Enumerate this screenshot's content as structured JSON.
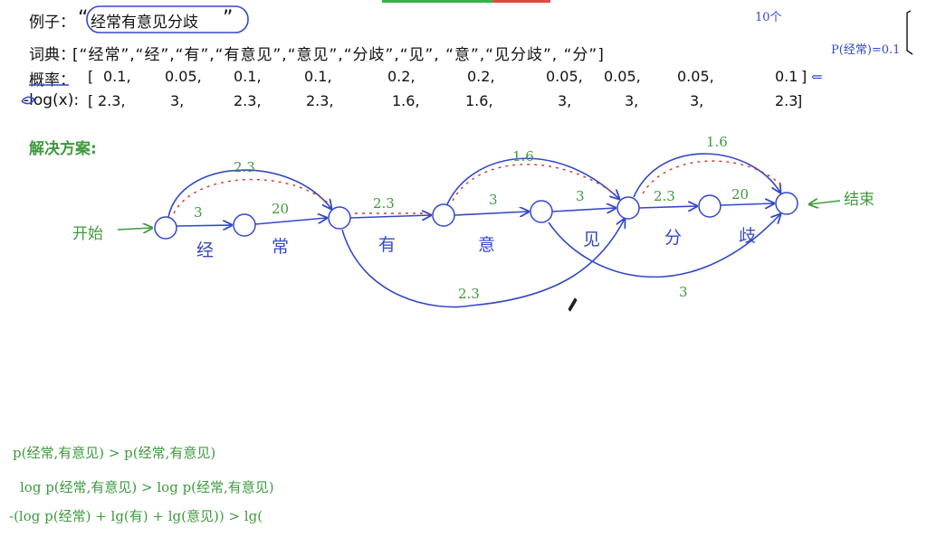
{
  "example": {
    "label": "例子：",
    "quote_open": "“",
    "sentence": "经常有意见分歧",
    "quote_close": "”"
  },
  "dict_row": {
    "label": "词典：",
    "text": "[“经常”,“经”,“有”,“有意见”,“意见”,“分歧”,“见”, “意”,“见分歧”, “分”]"
  },
  "prob_row": {
    "label": "概率：",
    "open": "[",
    "values": [
      "0.1,",
      "0.05,",
      "0.1,",
      "0.1,",
      "0.2,",
      "0.2,",
      "0.05,",
      "0.05,",
      "0.05,",
      "0.1"
    ],
    "close": "]"
  },
  "log_row": {
    "label": "-log(x):",
    "open": "[",
    "values": [
      "2.3,",
      "3,",
      "2.3,",
      "2.3,",
      "1.6,",
      "1.6,",
      "3,",
      "3,",
      "3,",
      "2.3"
    ],
    "close": "]"
  },
  "solution_title": "解决方案:",
  "graph": {
    "start_label": "开始",
    "end_label": "结束",
    "chars": [
      "经",
      "常",
      "有",
      "意",
      "见",
      "分",
      "歧"
    ],
    "edge_labels": {
      "jing": "3",
      "chang": "20",
      "jingchang": "2.3",
      "you": "2.3",
      "youyijian": "2.3",
      "yi": "3",
      "yijian": "1.6",
      "jian": "3",
      "fen": "2.3",
      "qi": "20",
      "fenqi": "1.6",
      "jianfenqi": "3"
    }
  },
  "side_notes": {
    "count": "10个",
    "p_note": "P(经常)=0.1",
    "arrow": "⇐"
  },
  "bottom_notes": [
    "p(经常,有意见) > p(经常,有意见)",
    "log p(经常,有意见) > log p(经常,有意见)",
    "-(log p(经常) + lg(有) + lg(意见)) > lg("
  ],
  "colors": {
    "blue": "#3448c8",
    "green": "#3e9a3e",
    "red_dotted": "#d03a2a"
  }
}
